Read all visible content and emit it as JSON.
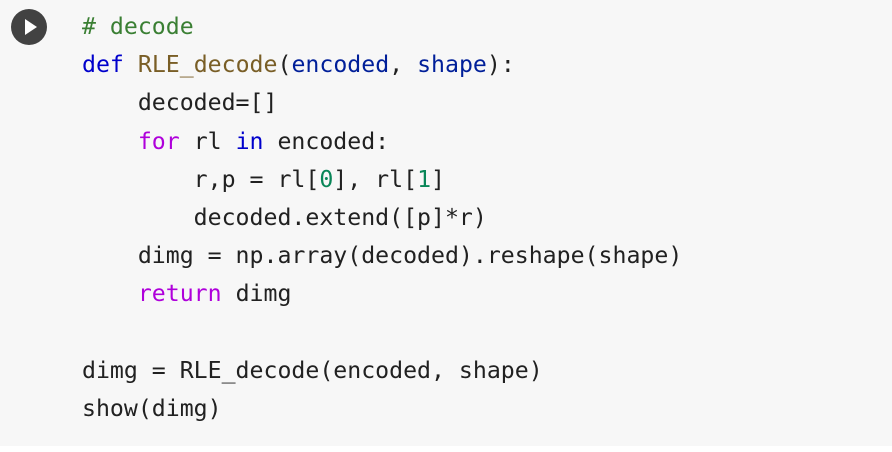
{
  "cell": {
    "run_icon": "play-icon",
    "code_lines": [
      [
        {
          "t": "# decode",
          "c": "comment"
        }
      ],
      [
        {
          "t": "def",
          "c": "kw-def"
        },
        {
          "t": " ",
          "c": ""
        },
        {
          "t": "RLE_decode",
          "c": "fn"
        },
        {
          "t": "(",
          "c": ""
        },
        {
          "t": "encoded",
          "c": "param"
        },
        {
          "t": ", ",
          "c": ""
        },
        {
          "t": "shape",
          "c": "param"
        },
        {
          "t": "):",
          "c": ""
        }
      ],
      [
        {
          "t": "    decoded=[]",
          "c": ""
        }
      ],
      [
        {
          "t": "    ",
          "c": ""
        },
        {
          "t": "for",
          "c": "kw-flow"
        },
        {
          "t": " rl ",
          "c": ""
        },
        {
          "t": "in",
          "c": "kw-def"
        },
        {
          "t": " encoded:",
          "c": ""
        }
      ],
      [
        {
          "t": "        r,p = rl[",
          "c": ""
        },
        {
          "t": "0",
          "c": "num"
        },
        {
          "t": "], rl[",
          "c": ""
        },
        {
          "t": "1",
          "c": "num"
        },
        {
          "t": "]",
          "c": ""
        }
      ],
      [
        {
          "t": "        decoded.extend([p]*r)",
          "c": ""
        }
      ],
      [
        {
          "t": "    dimg = np.array(decoded).reshape(shape)",
          "c": ""
        }
      ],
      [
        {
          "t": "    ",
          "c": ""
        },
        {
          "t": "return",
          "c": "kw-flow"
        },
        {
          "t": " dimg",
          "c": ""
        }
      ],
      [
        {
          "t": "",
          "c": ""
        }
      ],
      [
        {
          "t": "dimg = RLE_decode(encoded, shape)",
          "c": ""
        }
      ],
      [
        {
          "t": "show(dimg)",
          "c": ""
        }
      ]
    ]
  }
}
